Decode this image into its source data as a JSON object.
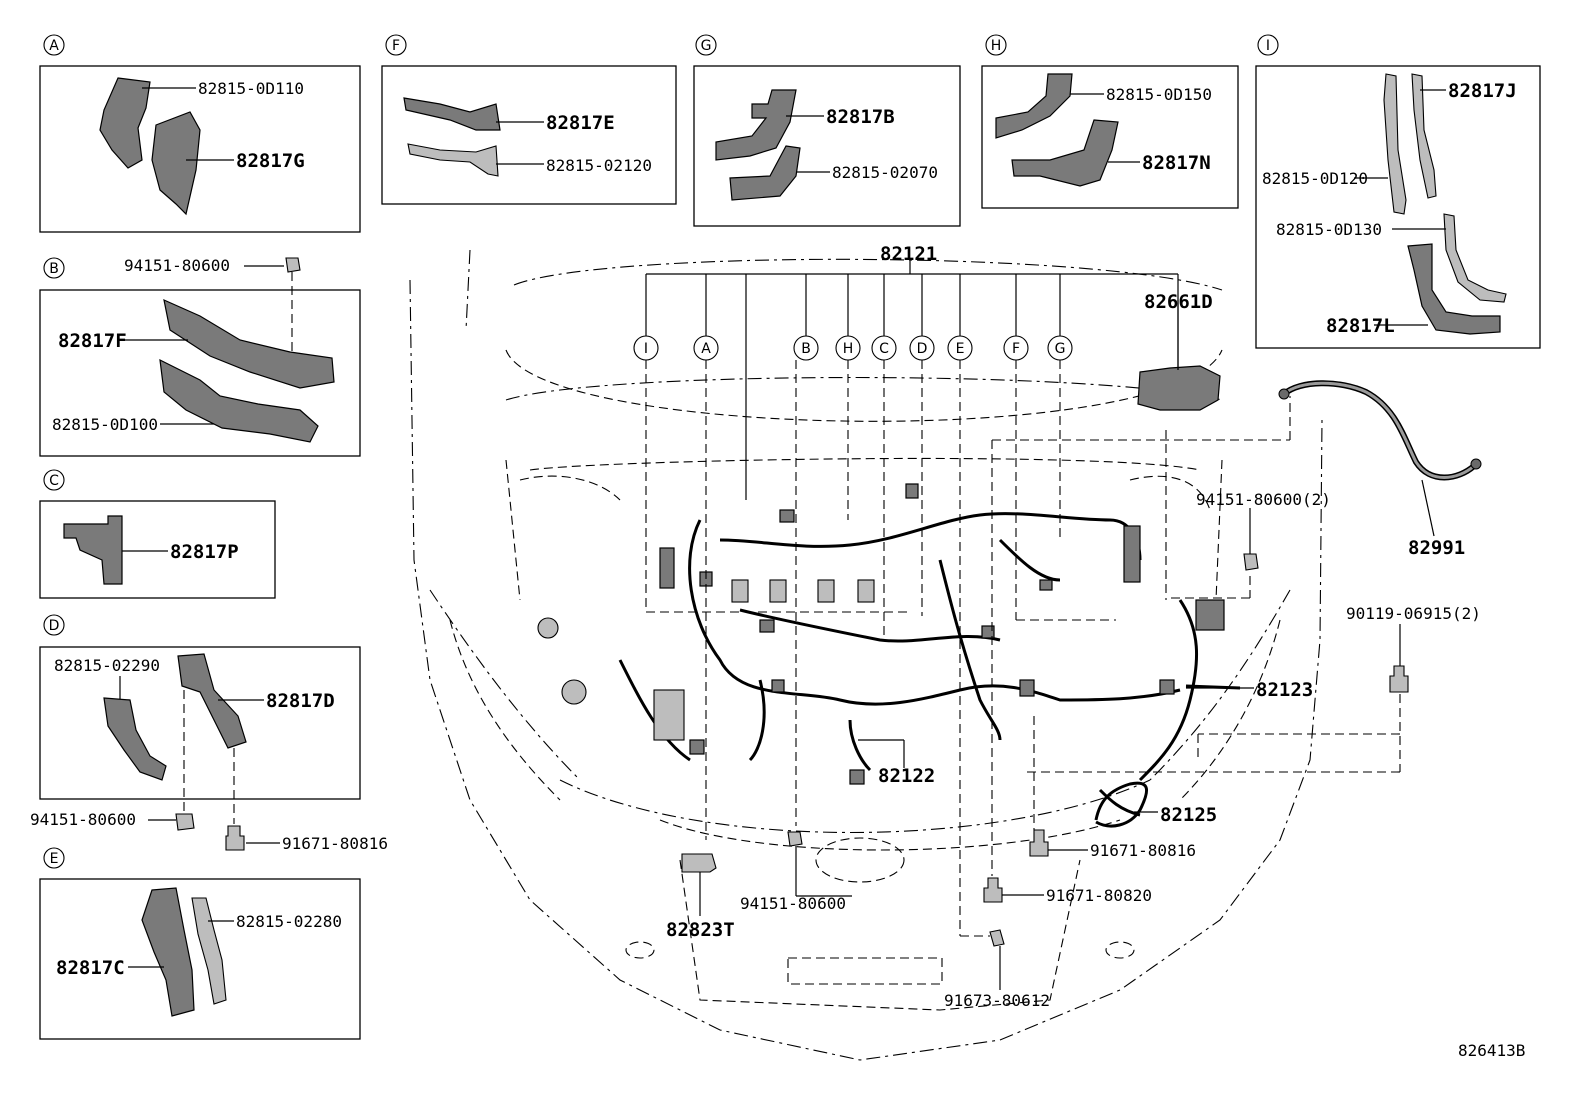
{
  "diagram_ref": "826413B",
  "harness_main": "82121",
  "sections": [
    {
      "letter": "A",
      "parts": [
        "82815-0D110",
        "82817G"
      ]
    },
    {
      "letter": "B",
      "parts": [
        "94151-80600",
        "82817F",
        "82815-0D100"
      ]
    },
    {
      "letter": "C",
      "parts": [
        "82817P"
      ]
    },
    {
      "letter": "D",
      "parts": [
        "82815-02290",
        "82817D",
        "94151-80600",
        "91671-80816"
      ]
    },
    {
      "letter": "E",
      "parts": [
        "82815-02280",
        "82817C"
      ]
    },
    {
      "letter": "F",
      "parts": [
        "82817E",
        "82815-02120"
      ]
    },
    {
      "letter": "G",
      "parts": [
        "82817B",
        "82815-02070"
      ]
    },
    {
      "letter": "H",
      "parts": [
        "82815-0D150",
        "82817N"
      ]
    },
    {
      "letter": "I",
      "parts": [
        "82817J",
        "82815-0D120",
        "82815-0D130",
        "82817L"
      ]
    }
  ],
  "harness_letters": [
    "I",
    "A",
    "B",
    "H",
    "C",
    "D",
    "E",
    "F",
    "G"
  ],
  "main_parts": [
    "82661D",
    "82991",
    "94151-80600(2)",
    "90119-06915(2)",
    "82123",
    "82122",
    "82125",
    "91671-80816",
    "91671-80820",
    "94151-80600",
    "82823T",
    "91673-80612"
  ]
}
